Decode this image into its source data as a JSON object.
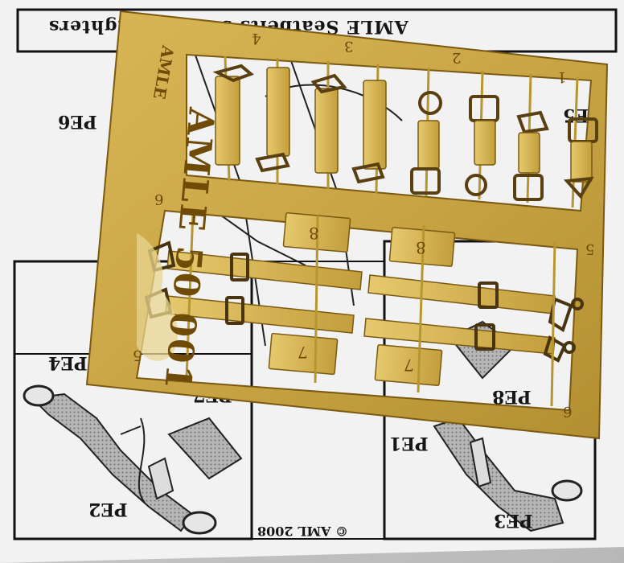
{
  "instruction_sheet": {
    "header": "AMLE Seatbelts 50 001 - Fighters",
    "callouts": [
      "PE6",
      "PE5",
      "PE4",
      "PE7",
      "PE8",
      "PE1",
      "PE2",
      "PE3"
    ],
    "copyright": "© AML 2008"
  },
  "fret": {
    "brand": "AMLE",
    "product_code": "AMLE 50 001",
    "column_numbers": [
      "4",
      "3",
      "2",
      "1"
    ],
    "part_numbers": [
      "8",
      "8",
      "7",
      "7"
    ],
    "corner_numbers": [
      "6",
      "5",
      "5",
      "6"
    ]
  },
  "colors": {
    "brass": "#c9a545",
    "brass_dark": "#8a6a1a",
    "brass_light": "#e3c76e",
    "sheet": "#f4f4f4",
    "ink": "#151515",
    "shading": "#a8a8a8"
  }
}
